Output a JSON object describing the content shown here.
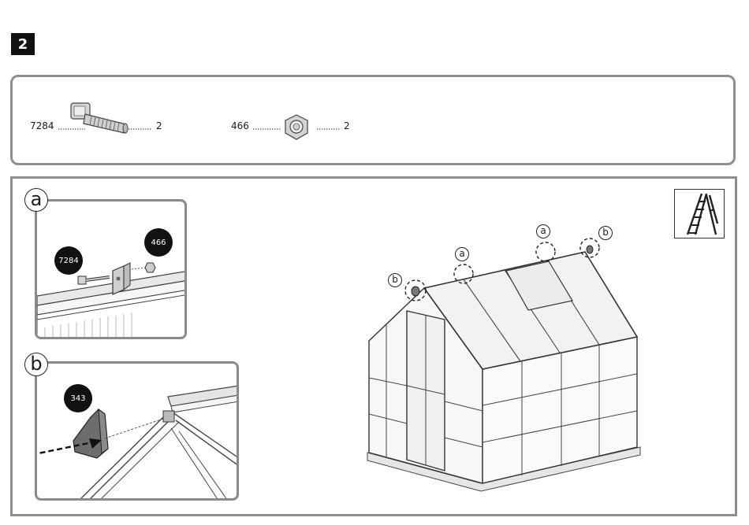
{
  "step": {
    "number": "2"
  },
  "parts": [
    {
      "code": "7284",
      "qty": "2",
      "icon": "bolt-icon"
    },
    {
      "code": "466",
      "qty": "2",
      "icon": "nut-icon"
    }
  ],
  "details": {
    "a": {
      "letter": "a",
      "part_bolt": "7284",
      "part_nut": "466"
    },
    "b": {
      "letter": "b",
      "part_cap": "343"
    }
  },
  "main_callouts": {
    "a": "a",
    "b": "b"
  },
  "icons": {
    "ladder": "ladder-icon"
  }
}
